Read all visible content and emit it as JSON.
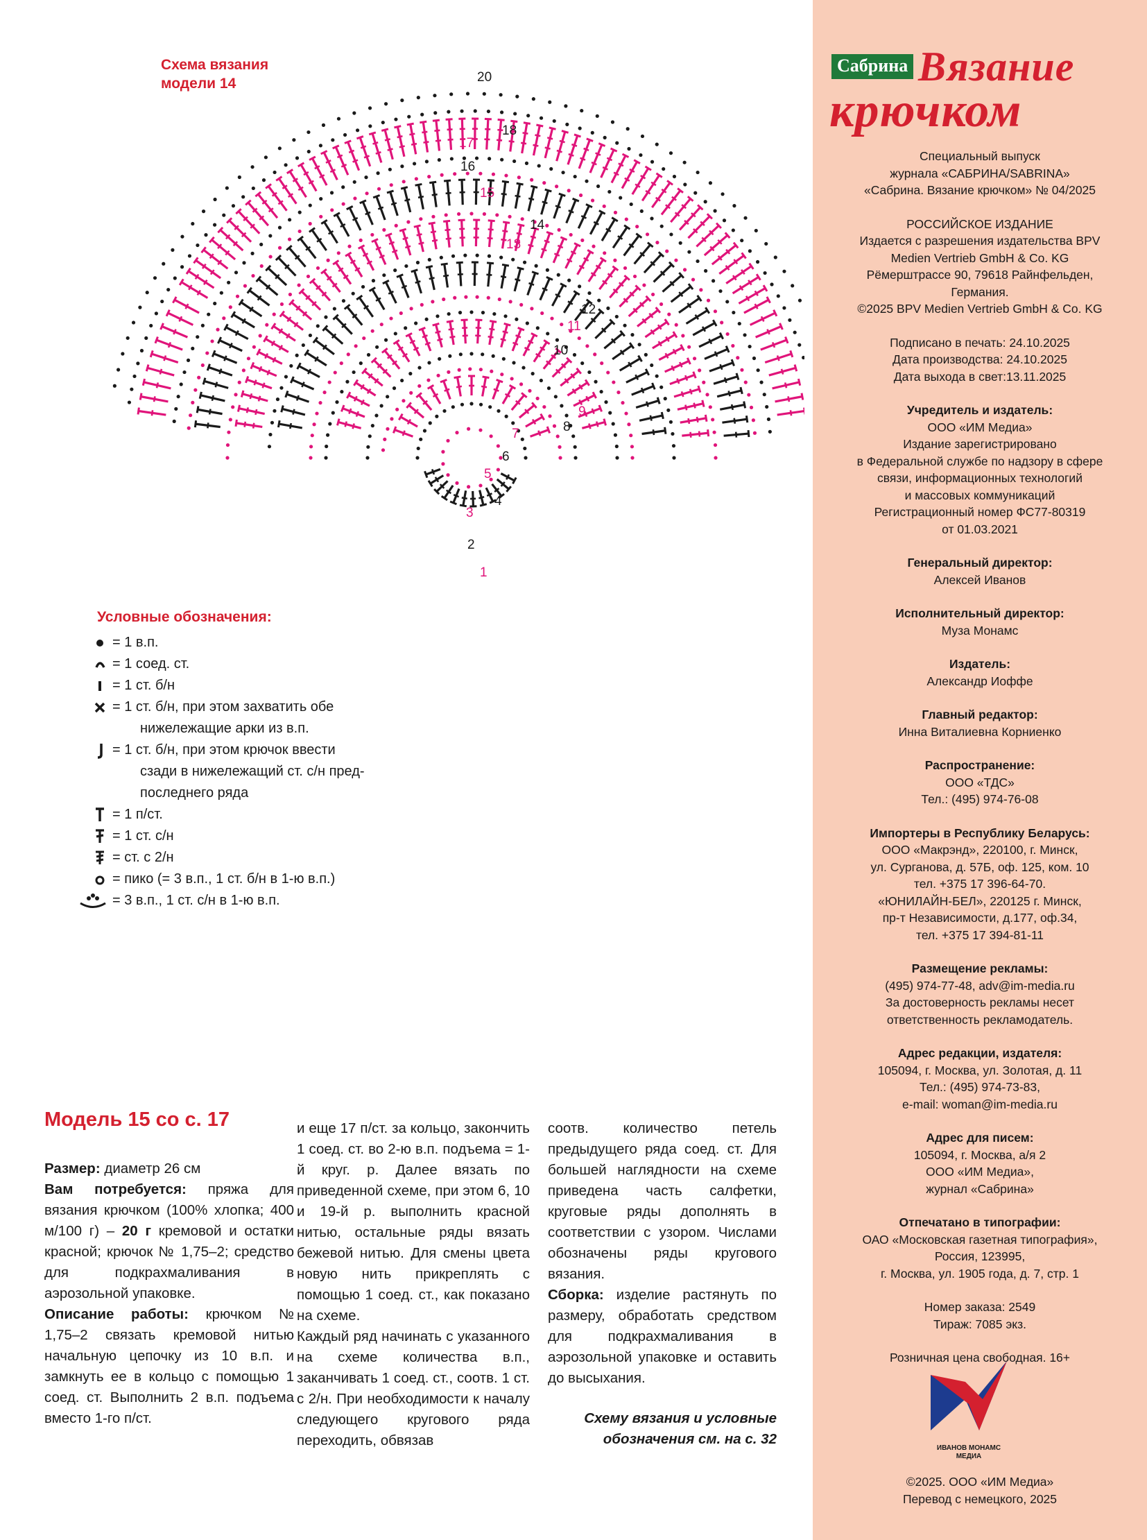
{
  "sidebar": {
    "brand_badge": "Сабрина",
    "brand_line1": "Вязание",
    "brand_line2": "крючком",
    "issue": [
      "Специальный выпуск",
      "журнала «САБРИНА/SABRINA»",
      "«Сабрина. Вязание крючком» № 04/2025"
    ],
    "edition": [
      "РОССИЙСКОЕ ИЗДАНИЕ",
      "Издается с разрешения издательства BPV",
      "Medien Vertrieb GmbH & Co. KG",
      "Рёмерштрассе 90, 79618 Райнфельден,",
      "Германия.",
      "©2025 BPV Medien Vertrieb GmbH & Co. KG"
    ],
    "dates": [
      "Подписано в печать: 24.10.2025",
      "Дата производства: 24.10.2025",
      "Дата выхода в свет:13.11.2025"
    ],
    "founder_head": "Учредитель и издатель:",
    "founder": [
      "ООО «ИМ Медиа»",
      "Издание зарегистрировано",
      "в Федеральной службе по надзору в сфере",
      "связи, информационных технологий",
      "и массовых коммуникаций",
      "Регистрационный номер ФС77-80319",
      "от 01.03.2021"
    ],
    "gen_dir_head": "Генеральный директор:",
    "gen_dir": "Алексей Иванов",
    "exec_dir_head": "Исполнительный директор:",
    "exec_dir": "Муза Монамс",
    "publisher_head": "Издатель:",
    "publisher": "Александр Иоффе",
    "editor_head": "Главный редактор:",
    "editor": "Инна Виталиевна Корниенко",
    "distribution_head": "Распространение:",
    "distribution": [
      "ООО «ТДС»",
      "Тел.: (495) 974-76-08"
    ],
    "importers_head": "Импортеры в Республику Беларусь:",
    "importers": [
      "ООО «Макрэнд», 220100, г. Минск,",
      "ул. Сурганова, д. 57Б, оф. 125, ком. 10",
      "тел. +375 17 396-64-70.",
      "«ЮНИЛАЙН-БЕЛ», 220125 г. Минск,",
      "пр-т Независимости, д.177, оф.34,",
      "тел. +375 17 394-81-11"
    ],
    "ads_head": "Размещение рекламы:",
    "ads": [
      "(495) 974-77-48, adv@im-media.ru",
      "За достоверность рекламы несет",
      "ответственность рекламодатель."
    ],
    "office_head": "Адрес редакции, издателя:",
    "office": [
      "105094, г. Москва, ул. Золотая, д. 11",
      "Тел.: (495) 974-73-83,",
      "e-mail: woman@im-media.ru"
    ],
    "letters_head": "Адрес для писем:",
    "letters": [
      "105094, г. Москва, а/я 2",
      "ООО «ИМ Медиа»,",
      "журнал «Сабрина»"
    ],
    "print_head": "Отпечатано в типографии:",
    "print": [
      "ОАО «Московская газетная типография»,",
      "Россия, 123995,",
      "г. Москва, ул. 1905 года, д. 7, стр. 1"
    ],
    "order": [
      "Номер заказа: 2549",
      "Тираж: 7085 экз."
    ],
    "price": "Розничная цена свободная. 16+",
    "logo_caption": [
      "ИВАНОВ МОНАМС",
      "МЕДИА"
    ],
    "copyright": [
      "©2025. ООО «ИМ Медиа»",
      "Перевод с немецкого, 2025"
    ],
    "colors": {
      "background": "#f9cdb8",
      "brand_red": "#d4202f",
      "badge_green": "#1f7a3a",
      "logo_blue": "#1d3b8f"
    }
  },
  "schema": {
    "title_line1": "Схема вязания",
    "title_line2": "модели 14",
    "row_numbers": [
      "1",
      "2",
      "3",
      "4",
      "5",
      "6",
      "7",
      "8",
      "9",
      "10",
      "11",
      "12",
      "13",
      "14",
      "15",
      "16",
      "17",
      "18",
      "20"
    ],
    "colors": {
      "pink": "#e0147a",
      "black": "#1a1a1a"
    }
  },
  "legend": {
    "title": "Условные обозначения:",
    "items": [
      {
        "icon": "chain-dot-icon",
        "text": "= 1 в.п."
      },
      {
        "icon": "slip-stitch-icon",
        "text": "= 1 соед. ст."
      },
      {
        "icon": "single-crochet-icon",
        "text": "= 1 ст. б/н"
      },
      {
        "icon": "cross-icon",
        "text": "= 1 ст. б/н, при этом захватить обе",
        "cont": "нижележащие арки из в.п."
      },
      {
        "icon": "hook-stitch-icon",
        "text": "= 1 ст. б/н, при этом крючок ввести",
        "cont": "сзади в нижележащий ст. с/н пред-",
        "cont2": "последнего ряда"
      },
      {
        "icon": "half-double-icon",
        "text": "= 1 п/ст."
      },
      {
        "icon": "double-crochet-icon",
        "text": "= 1 ст. с/н"
      },
      {
        "icon": "treble-crochet-icon",
        "text": "= ст. с 2/н"
      },
      {
        "icon": "picot-icon",
        "text": "= пико (= 3 в.п., 1 ст. б/н в 1-ю в.п.)"
      },
      {
        "icon": "chain-arch-icon",
        "text": "= 3 в.п., 1 ст. с/н в 1-ю в.п."
      }
    ]
  },
  "article": {
    "title": "Модель 15 со с. 17",
    "size_label": "Размер:",
    "size_text": "диаметр 26 см",
    "need_label": "Вам потребуется:",
    "need_text": "пряжа для вязания крючком (100% хлопка; 400 м/100 г) –",
    "need_bold": "20 г",
    "need_text2": "кремовой и остатки красной; крючок № 1,75–2; средство для подкрахмаливания в аэрозольной упаковке.",
    "work_label": "Описание работы:",
    "work_text": "крючком № 1,75–2 связать кремовой нитью начальную цепочку из 10 в.п. и замкнуть ее в кольцо с помощью 1 соед. ст. Выполнить 2 в.п. подъема вместо 1-го п/ст.",
    "col2_p1": "и еще 17 п/ст. за кольцо, закончить 1 соед. ст. во 2-ю в.п. подъема = 1-й круг. р. Далее вязать по приведенной схеме, при этом 6, 10 и 19-й р. выполнить красной нитью, остальные ряды вязать бежевой нитью. Для смены цвета новую нить прикреплять с помощью 1 соед. ст., как показано на схеме.",
    "col2_p2": "Каждый ряд начинать с указанного на схеме количества в.п., заканчивать 1 соед. ст., соотв. 1 ст. с 2/н. При необходимости к началу следующего кругового ряда переходить, обвязав",
    "col3_p1": "соотв. количество петель предыдущего ряда соед. ст. Для большей наглядности на схеме приведена часть салфетки, круговые ряды дополнять в соответствии с узором. Числами обозначены ряды кругового вязания.",
    "assembly_label": "Сборка:",
    "assembly_text": "изделие растянуть по размеру, обработать средством для подкрахмаливания в аэрозольной упаковке и оставить до высыхания.",
    "see_line1": "Схему вязания и условные",
    "see_line2": "обозначения см. на с. 32"
  }
}
